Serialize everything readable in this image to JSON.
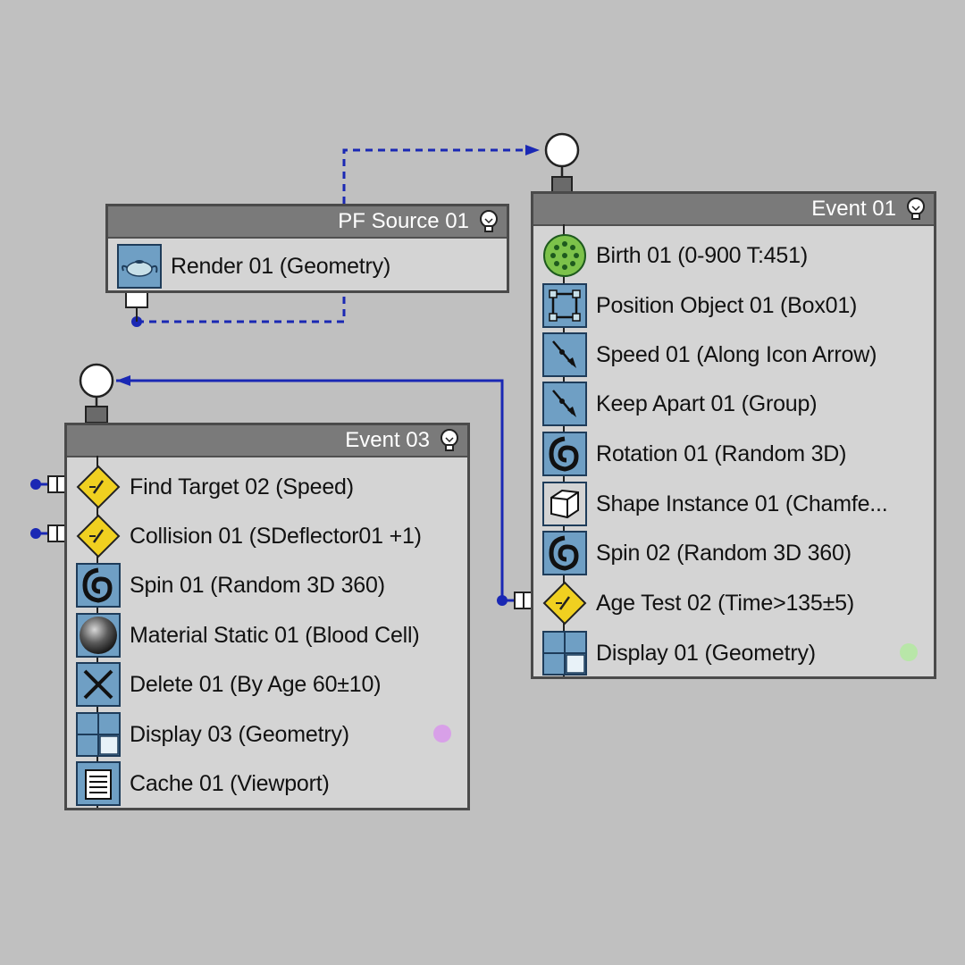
{
  "colors": {
    "canvas": "#c0c0c0",
    "wire": "#1a28b4",
    "header": "#7a7a7a",
    "panel": "#d4d4d4"
  },
  "nodes": {
    "pf_source": {
      "title": "PF Source 01",
      "operators": [
        {
          "label": "Render 01 (Geometry)",
          "icon": "render-teapot-icon"
        }
      ]
    },
    "event01": {
      "title": "Event 01",
      "operators": [
        {
          "label": "Birth 01 (0-900 T:451)",
          "icon": "birth-icon"
        },
        {
          "label": "Position Object 01 (Box01)",
          "icon": "position-object-icon"
        },
        {
          "label": "Speed 01 (Along Icon Arrow)",
          "icon": "speed-icon"
        },
        {
          "label": "Keep Apart 01 (Group)",
          "icon": "keep-apart-icon"
        },
        {
          "label": "Rotation 01 (Random 3D)",
          "icon": "rotation-icon"
        },
        {
          "label": "Shape Instance 01 (Chamfe...",
          "icon": "shape-instance-icon"
        },
        {
          "label": "Spin 02 (Random 3D 360)",
          "icon": "spin-icon"
        },
        {
          "label": "Age Test 02 (Time>135±5)",
          "icon": "test-diamond-icon"
        },
        {
          "label": "Display 01 (Geometry)",
          "icon": "display-icon",
          "dot_color": "#b8e6a8"
        }
      ]
    },
    "event03": {
      "title": "Event 03",
      "operators": [
        {
          "label": "Find Target 02 (Speed)",
          "icon": "test-diamond-icon"
        },
        {
          "label": "Collision 01 (SDeflector01 +1)",
          "icon": "test-diamond-icon"
        },
        {
          "label": "Spin 01 (Random 3D 360)",
          "icon": "spin-icon"
        },
        {
          "label": "Material Static 01 (Blood Cell)",
          "icon": "material-sphere-icon"
        },
        {
          "label": "Delete 01 (By Age 60±10)",
          "icon": "delete-icon"
        },
        {
          "label": "Display 03 (Geometry)",
          "icon": "display-icon",
          "dot_color": "#d8a0e8"
        },
        {
          "label": "Cache 01 (Viewport)",
          "icon": "cache-icon"
        }
      ]
    }
  }
}
